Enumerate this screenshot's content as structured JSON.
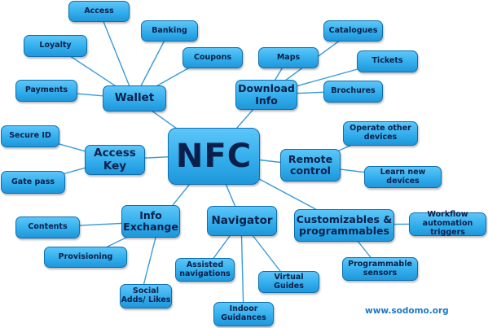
{
  "center": "NFC",
  "branches": {
    "wallet": "Wallet",
    "download_info": "Download Info",
    "access_key": "Access Key",
    "remote_control": "Remote control",
    "info_exchange": "Info Exchange",
    "navigator": "Navigator",
    "customizables": "Customizables & programmables"
  },
  "leaves": {
    "access": "Access",
    "banking": "Banking",
    "loyalty": "Loyalty",
    "coupons": "Coupons",
    "payments": "Payments",
    "catalogues": "Catalogues",
    "maps": "Maps",
    "tickets": "Tickets",
    "brochures": "Brochures",
    "secure_id": "Secure ID",
    "gate_pass": "Gate pass",
    "operate_other_devices": "Operate other devices",
    "learn_new_devices": "Learn new devices",
    "contents": "Contents",
    "provisioning": "Provisioning",
    "social_adds": "Social Adds/ Likes",
    "assisted_navigations": "Assisted navigations",
    "indoor_guidances": "Indoor Guidances",
    "virtual_guides": "Virtual Guides",
    "workflow_triggers": "Workflow automation triggers",
    "programmable_sensors": "Programmable sensors"
  },
  "watermark": "www.sodomo.org"
}
